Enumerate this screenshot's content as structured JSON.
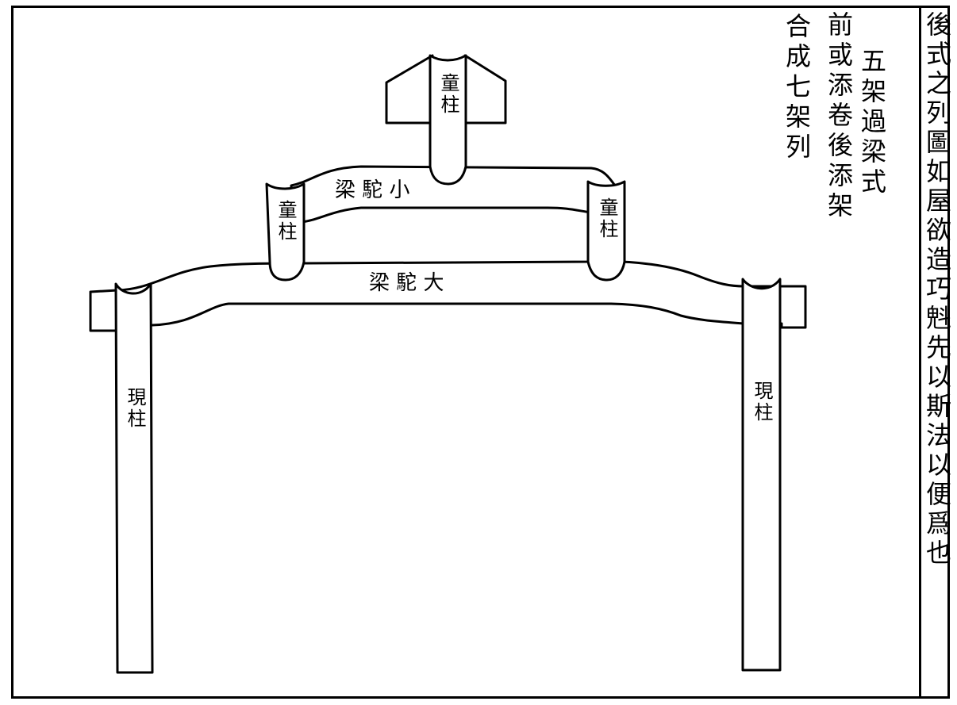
{
  "side_text": "後式之列圖如屋欲造巧𣁽先以斯法以便爲也",
  "caption": {
    "col1": "五架過梁式",
    "col2": "前或添卷後添架",
    "col3": "合成七架列"
  },
  "labels": {
    "big_beam": "梁 駝 大",
    "small_beam": "梁 駝 小",
    "king_post": "童柱",
    "left_queen_post": "童柱",
    "right_queen_post": "童柱",
    "left_column": "現柱",
    "right_column": "現柱"
  }
}
